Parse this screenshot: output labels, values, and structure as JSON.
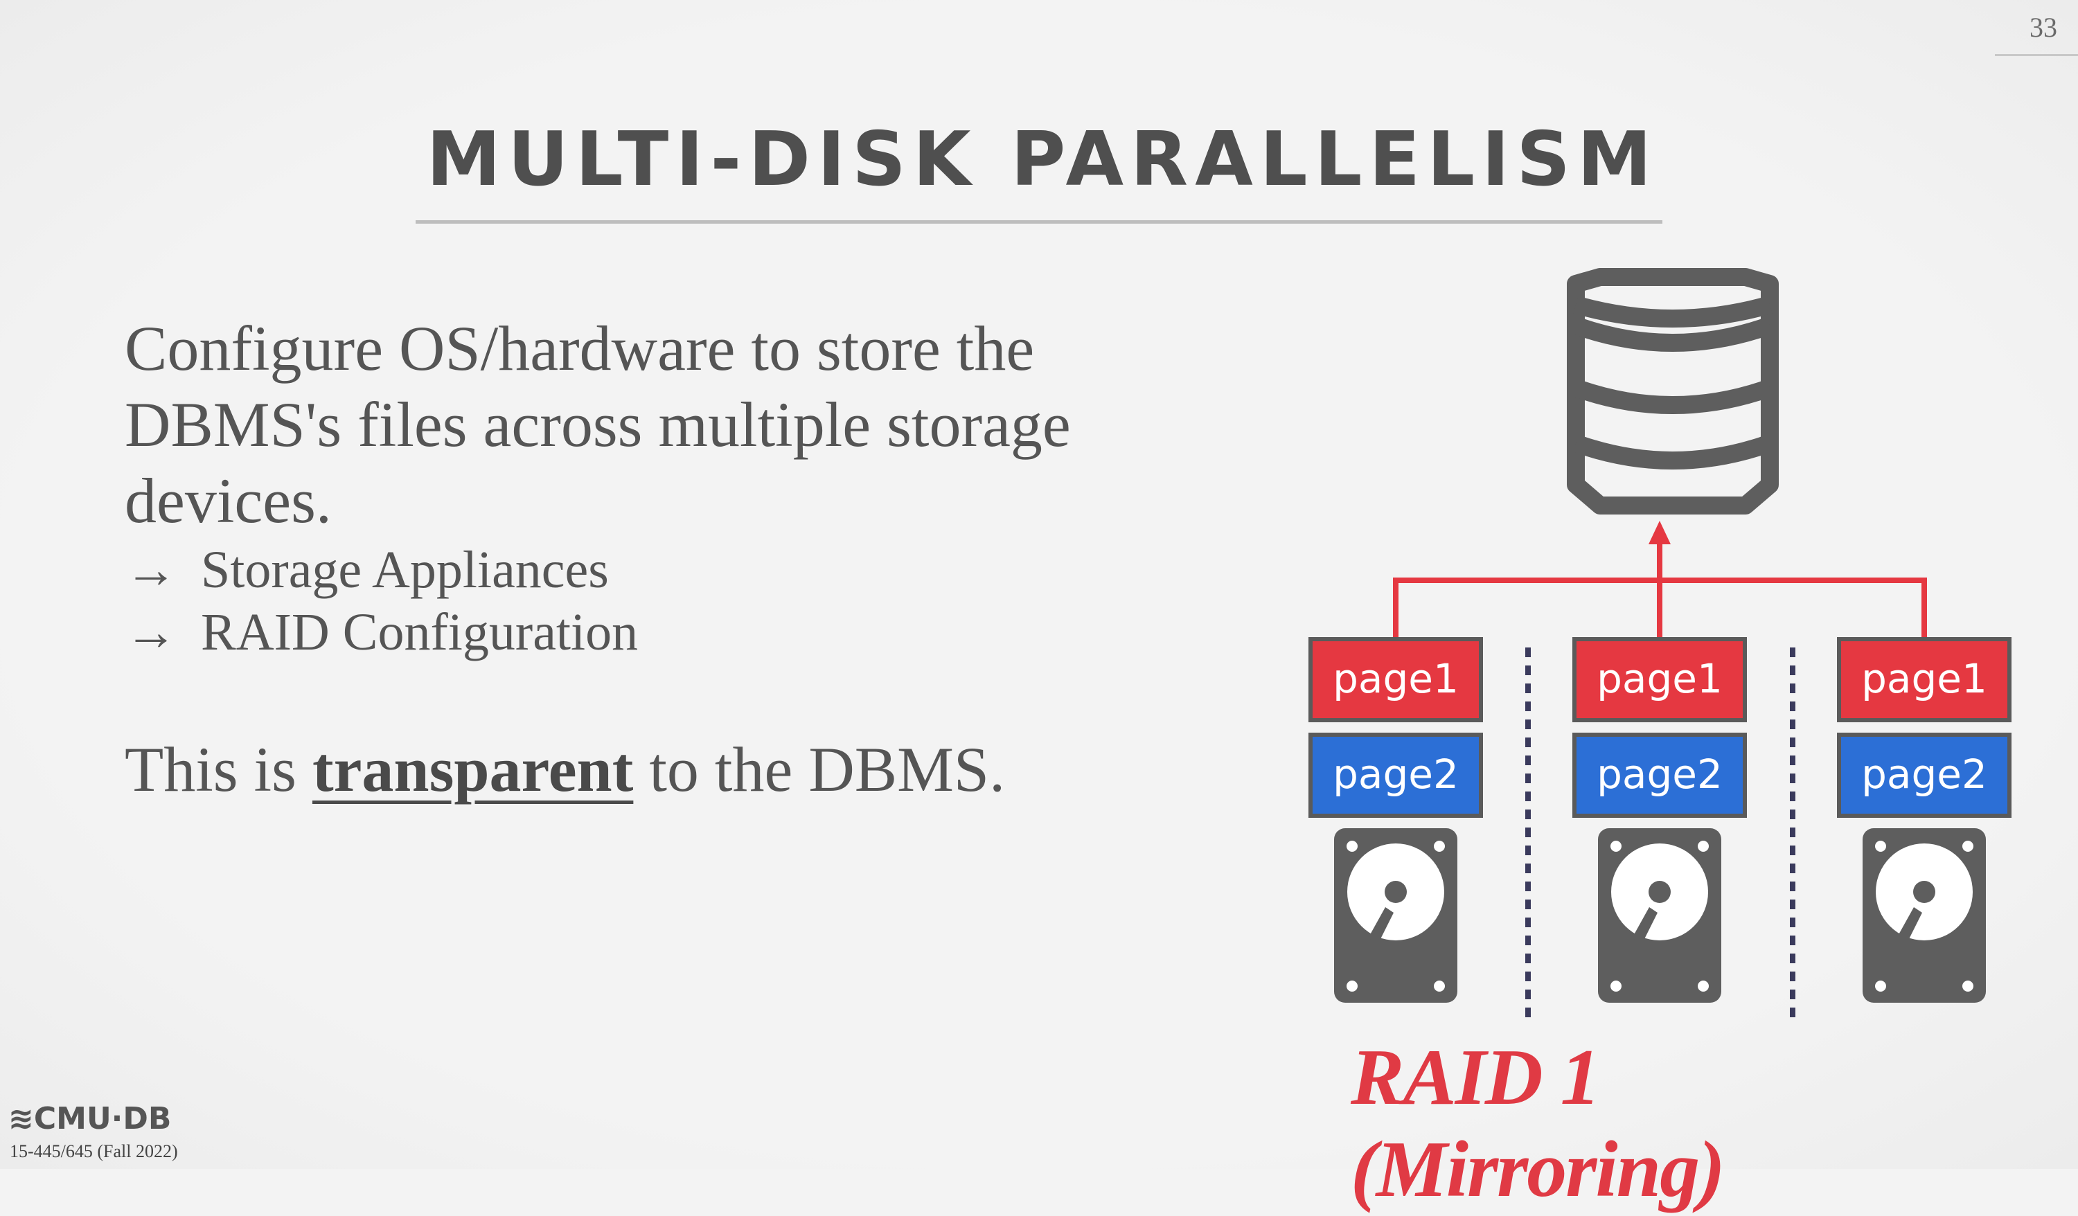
{
  "slide": {
    "page_number": "33",
    "title": "MULTI-DISK PARALLELISM",
    "paragraph": "Configure OS/hardware to store the DBMS's files across multiple storage devices.",
    "bullets": [
      {
        "arrow": "→",
        "text": "Storage Appliances"
      },
      {
        "arrow": "→",
        "text": "RAID Configuration"
      }
    ],
    "transparent": {
      "before": "This is ",
      "emphasis": "transparent",
      "after": " to the DBMS."
    }
  },
  "diagram": {
    "disks": [
      {
        "top_label": "page1",
        "bottom_label": "page2"
      },
      {
        "top_label": "page1",
        "bottom_label": "page2"
      },
      {
        "top_label": "page1",
        "bottom_label": "page2"
      }
    ],
    "caption": "RAID 1 (Mirroring)",
    "colors": {
      "page1": "#e53841",
      "page2": "#2c6fd6",
      "connector": "#e53841",
      "icon": "#5e5e5e",
      "divider": "#3a3a5c"
    }
  },
  "footer": {
    "logo": "CMU·DB",
    "course": "15-445/645 (Fall 2022)"
  }
}
